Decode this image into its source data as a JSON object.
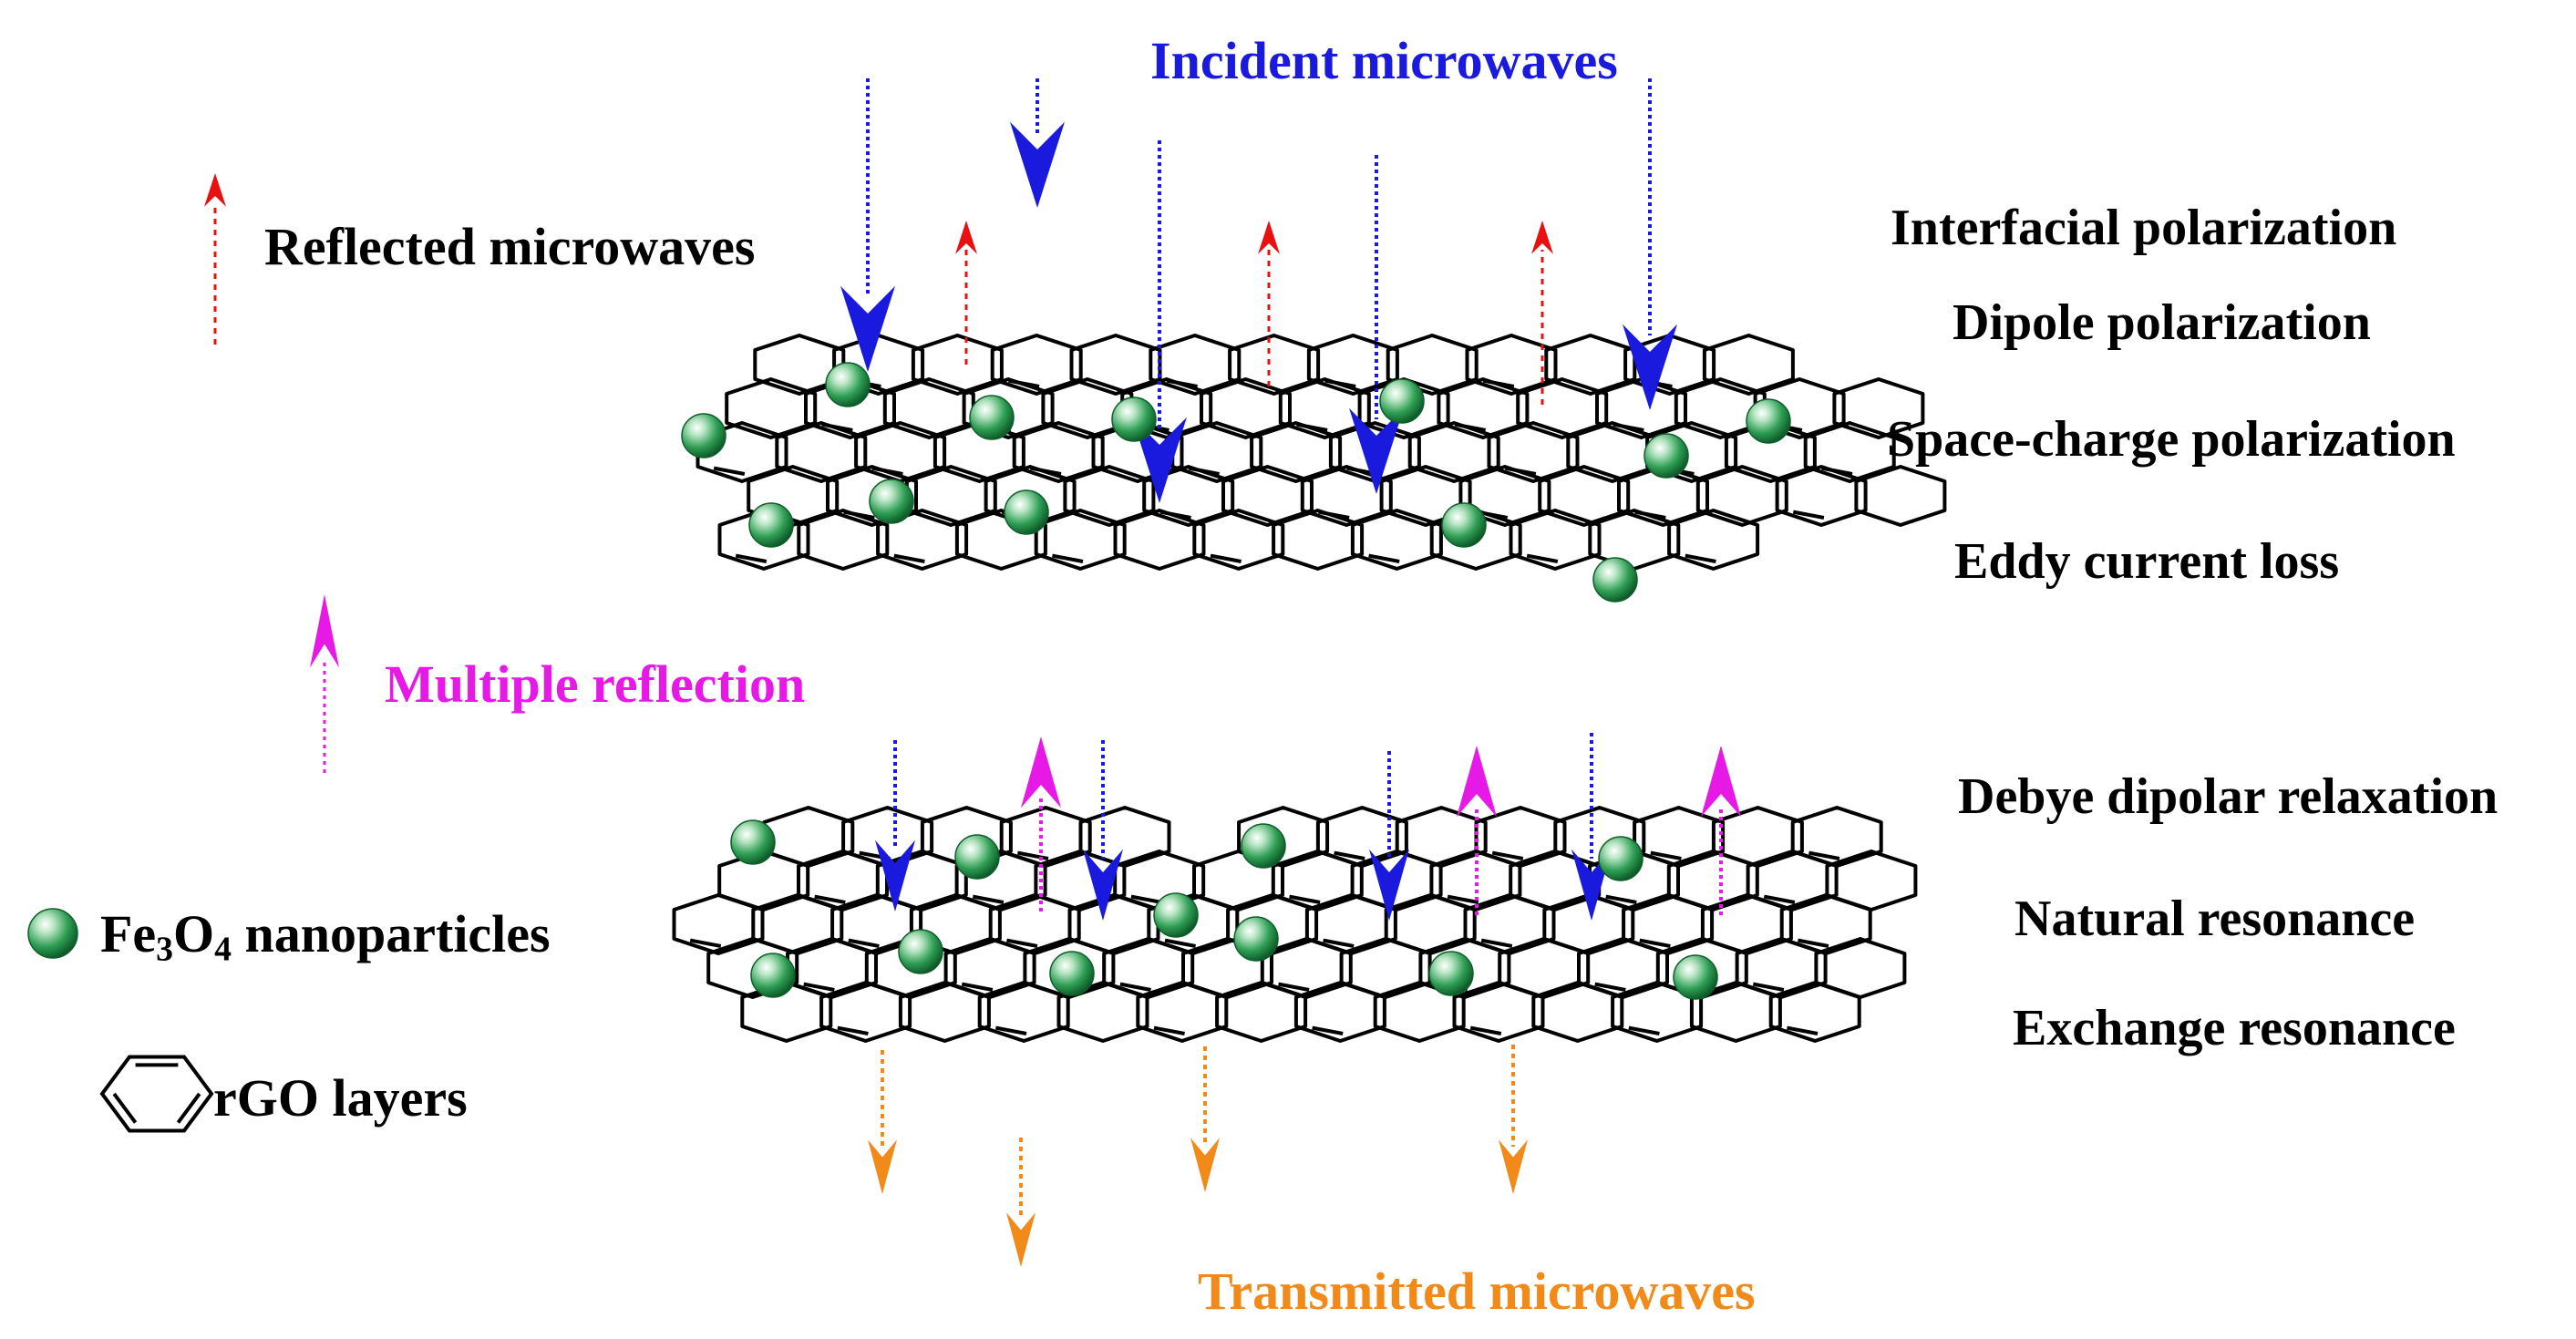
{
  "labels": {
    "incident": "Incident microwaves",
    "reflected": "Reflected microwaves",
    "multiple": "Multiple reflection",
    "transmitted": "Transmitted microwaves"
  },
  "mechanisms": [
    "Interfacial polarization",
    "Dipole polarization",
    "Space-charge polarization",
    "Eddy current loss",
    "Debye dipolar relaxation",
    "Natural resonance",
    "Exchange resonance"
  ],
  "legend": {
    "fe3o4": {
      "prefix": "Fe",
      "sub1": "3",
      "mid": "O",
      "sub2": "4",
      "suffix": " nanoparticles"
    },
    "rgo": "rGO layers"
  },
  "colors": {
    "incident": "#1a1adf",
    "reflected": "#e81010",
    "multiple": "#e619e6",
    "transmitted": "#f28a1a",
    "particle": "#1f9a45",
    "bond": "#000000"
  },
  "icons": [
    "fe3o4-particle-icon",
    "benzene-ring-icon"
  ]
}
